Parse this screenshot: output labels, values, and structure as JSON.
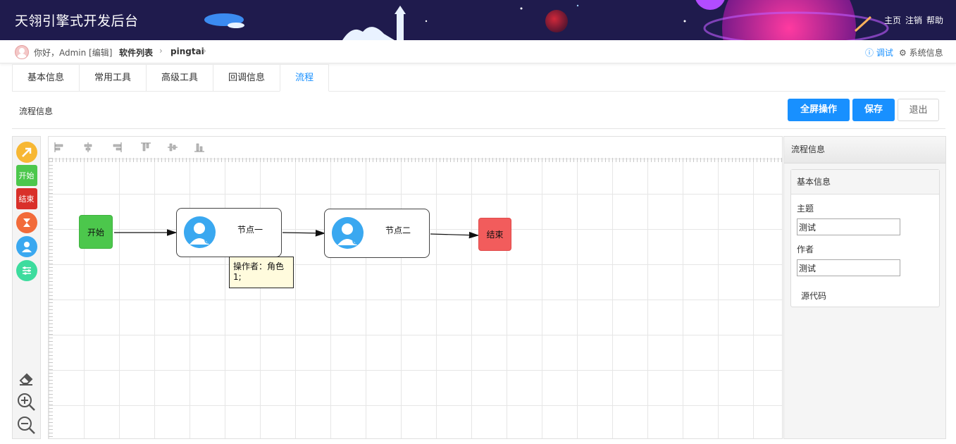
{
  "header": {
    "title": "天翎引擎式开发后台",
    "links": [
      "主页",
      "注销",
      "帮助"
    ]
  },
  "subbar": {
    "greeting": "你好，Admin [编辑]",
    "breadcrumb": [
      "软件列表",
      "pingtai"
    ],
    "debug": "调试",
    "sysinfo": "系统信息"
  },
  "tabs": [
    {
      "label": "基本信息",
      "active": false
    },
    {
      "label": "常用工具",
      "active": false
    },
    {
      "label": "高级工具",
      "active": false
    },
    {
      "label": "回调信息",
      "active": false
    },
    {
      "label": "流程",
      "active": true
    }
  ],
  "toolbar": {
    "section_label": "流程信息",
    "fullscreen_label": "全屏操作",
    "save_label": "保存",
    "exit_label": "退出"
  },
  "palette": {
    "start_label": "开始",
    "end_label": "结束"
  },
  "canvas": {
    "start_node": "开始",
    "end_node": "结束",
    "task1": "节点一",
    "task2": "节点二",
    "tooltip": "操作者：角色1;"
  },
  "right_panel": {
    "title": "流程信息",
    "section_title": "基本信息",
    "subject_label": "主题",
    "subject_value": "测试",
    "author_label": "作者",
    "author_value": "测试",
    "source_label": "源代码"
  },
  "colors": {
    "header_bg": "#1f1b4d",
    "primary": "#1890ff",
    "start_green": "#4cc74c",
    "end_red": "#f25c5c",
    "task_icon": "#3aa8f0"
  }
}
